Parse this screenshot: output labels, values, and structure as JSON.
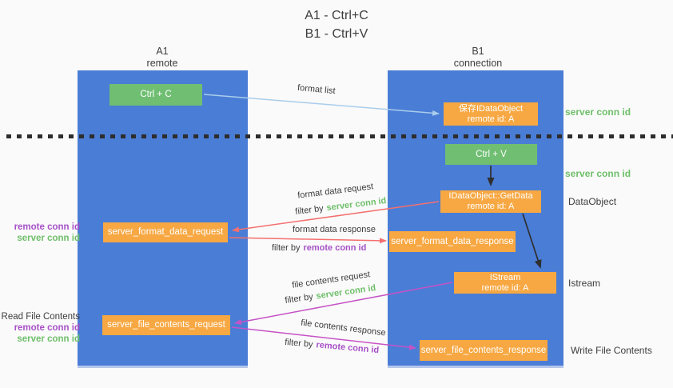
{
  "colors": {
    "lane_blue": "#4a7dd6",
    "lane_bottom_edge": "#b6c6ec",
    "box_orange": "#f7a843",
    "box_green": "#6fbe72",
    "green_text": "#6fbf6a",
    "purple_text": "#a751c8",
    "salmon_arrow": "#f4706f",
    "magenta_arrow": "#c653c6",
    "light_blue_arrow": "#a9cdeb",
    "black_arrow": "#2f2f2f",
    "dark_text": "#3d3d3d"
  },
  "title": {
    "line1": "A1 - Ctrl+C",
    "line2": "B1 - Ctrl+V"
  },
  "lanes": {
    "left": {
      "name": "A1",
      "sub": "remote"
    },
    "right": {
      "name": "B1",
      "sub": "connection"
    }
  },
  "nodes": {
    "ctrl_c": {
      "label": "Ctrl + C"
    },
    "save_idataobject": {
      "line1": "保存IDataObject",
      "line2": "remote id: A"
    },
    "ctrl_v": {
      "label": "Ctrl + V"
    },
    "getdata": {
      "line1": "IDataObject::GetData",
      "line2": "remote id: A"
    },
    "format_request": {
      "label": "server_format_data_request"
    },
    "format_response": {
      "label": "server_format_data_response"
    },
    "istream": {
      "line1": "IStream",
      "line2": "remote id: A"
    },
    "file_request": {
      "label": "server_file_contents_request"
    },
    "file_response": {
      "label": "server_file_contents_response"
    }
  },
  "edge_labels": {
    "format_list": "format list",
    "format_data_request": "format data request",
    "format_data_response": "format data response",
    "file_contents_request": "file contents request",
    "file_contents_response": "file contents response",
    "filter_by": "filter by",
    "server_conn_id": "server conn id",
    "remote_conn_id": "remote conn id"
  },
  "side_labels": {
    "server_conn_id_top": "server conn id",
    "server_conn_id_mid": "server conn id",
    "data_object": "DataObject",
    "istream": "Istream",
    "read_file_contents": "Read File Contents",
    "write_file_contents": "Write File Contents",
    "remote_conn_id": "remote conn id",
    "server_conn_id": "server conn id"
  }
}
